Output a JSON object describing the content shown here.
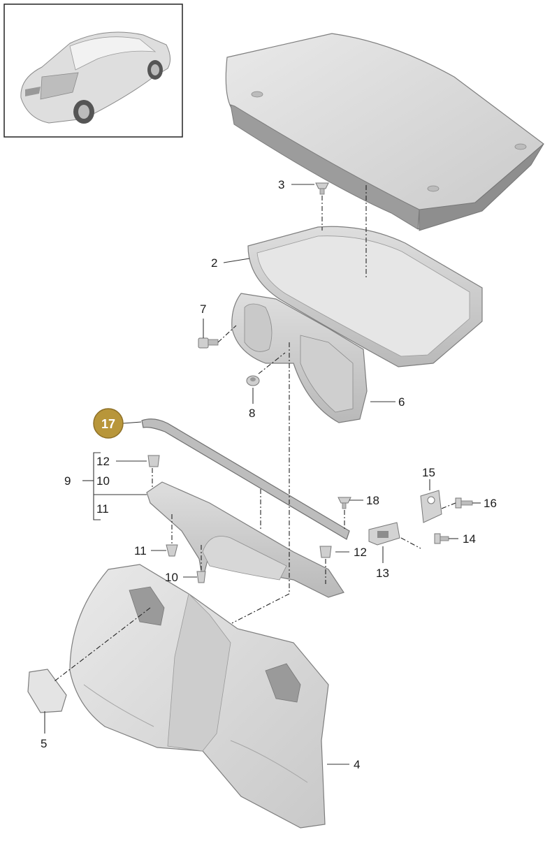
{
  "labels": {
    "p1": "3",
    "p2": "2",
    "p3": "7",
    "p4": "8",
    "p5": "6",
    "p6": "17",
    "p7": "12",
    "p8": "9",
    "p9": "10",
    "p10": "11",
    "p11": "11",
    "p12": "10",
    "p13": "12",
    "p14": "18",
    "p15": "15",
    "p16": "16",
    "p17": "14",
    "p18": "13",
    "p19": "5",
    "p20": "4"
  },
  "colors": {
    "highlight_badge": "#b8963a",
    "part_fill": "#dcdcdc",
    "part_shadow": "#a9a9a9",
    "line": "#222222"
  }
}
